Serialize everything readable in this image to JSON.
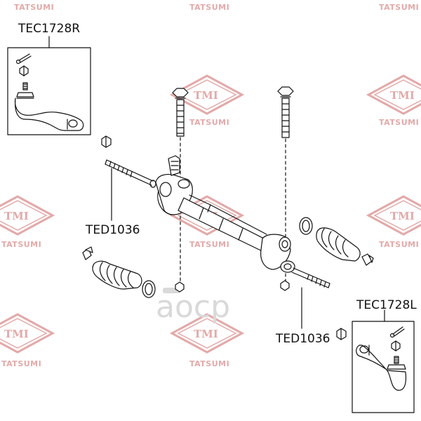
{
  "parts": {
    "tie_rod_end_right": "TEC1728R",
    "tie_rod_end_left": "TEC1728L",
    "inner_tie_rod_left": "TED1036",
    "inner_tie_rod_right": "TED1036"
  },
  "watermark": {
    "brand": "TATSUMI",
    "emblem": "TMI",
    "logo": "aocp"
  },
  "colors": {
    "line": "#111111",
    "watermark": "#e3a9a9",
    "logo": "#d9d9d9"
  }
}
